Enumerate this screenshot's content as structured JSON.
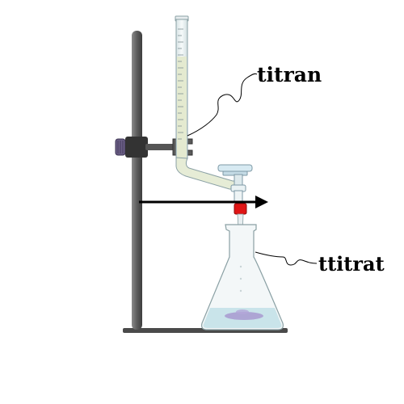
{
  "labels": {
    "titrant": "titran",
    "titrate": "ttitrat"
  },
  "colors": {
    "stand": "#5a5a5a",
    "clamp": "#3a3a3a",
    "knob": "#6b5f86",
    "titrant_liquid": "#e4ead0",
    "tube_glass": "#eef3f4",
    "flask_liquid": "#c9e4ea",
    "stopper": "#e01515",
    "stopcock": "#d7eaf2",
    "precipitate": "#a89ad0",
    "arrow": "#000000"
  },
  "icons": [
    "retort-stand",
    "burette",
    "stopcock",
    "erlenmeyer-flask",
    "pointer-arrow"
  ]
}
